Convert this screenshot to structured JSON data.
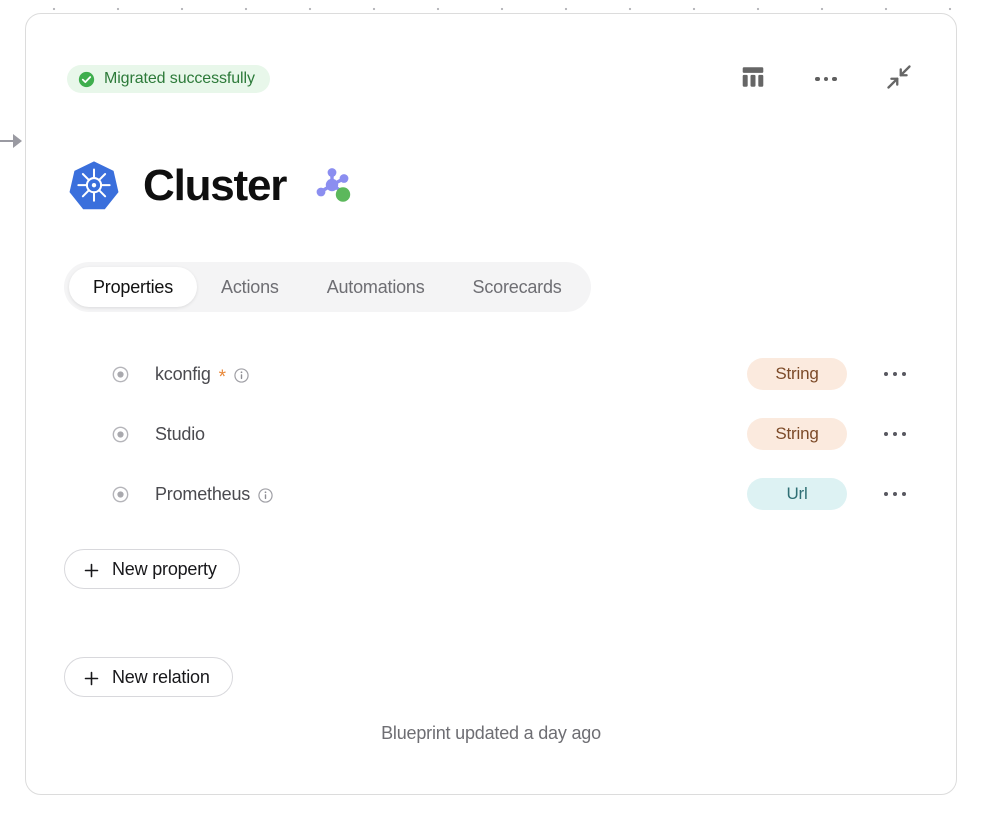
{
  "canvas": {
    "collapse_arrow_icon": "arrow-right-icon",
    "dot_grid": true
  },
  "panel": {
    "status": {
      "icon": "check-circle-icon",
      "label": "Migrated successfully",
      "bg_color": "#e8f7ea",
      "text_color": "#2c7a39"
    },
    "actions": [
      {
        "name": "table-view-button",
        "icon": "table-icon"
      },
      {
        "name": "more-options-button",
        "icon": "ellipsis-icon"
      },
      {
        "name": "collapse-button",
        "icon": "collapse-arrows-icon"
      }
    ],
    "title": {
      "logo_icon": "kubernetes-icon",
      "text": "Cluster",
      "badge_icon": "hub-nodes-icon",
      "badge_status_color": "#5cb85c"
    },
    "tabs": [
      {
        "label": "Properties",
        "active": true
      },
      {
        "label": "Actions",
        "active": false
      },
      {
        "label": "Automations",
        "active": false
      },
      {
        "label": "Scorecards",
        "active": false
      }
    ],
    "properties": [
      {
        "bullet_icon": "radio-dot-icon",
        "name": "kconfig",
        "required": true,
        "required_marker": "*",
        "has_info": true,
        "info_icon": "info-icon",
        "type": "String",
        "type_style": "string",
        "menu_icon": "ellipsis-icon"
      },
      {
        "bullet_icon": "radio-dot-icon",
        "name": "Studio",
        "required": false,
        "required_marker": "",
        "has_info": false,
        "info_icon": "info-icon",
        "type": "String",
        "type_style": "string",
        "menu_icon": "ellipsis-icon"
      },
      {
        "bullet_icon": "radio-dot-icon",
        "name": "Prometheus",
        "required": false,
        "required_marker": "",
        "has_info": true,
        "info_icon": "info-icon",
        "type": "Url",
        "type_style": "url",
        "menu_icon": "ellipsis-icon"
      }
    ],
    "new_property_label": "New property",
    "new_relation_label": "New relation",
    "footer_note": "Blueprint updated a day ago",
    "colors": {
      "string_badge_bg": "#fbeade",
      "string_badge_text": "#7c4a28",
      "url_badge_bg": "#ddf2f3",
      "url_badge_text": "#2f6f74",
      "required_star": "#e8883a",
      "kubernetes_blue": "#326ce5",
      "hub_purple": "#8b8ef0"
    }
  }
}
